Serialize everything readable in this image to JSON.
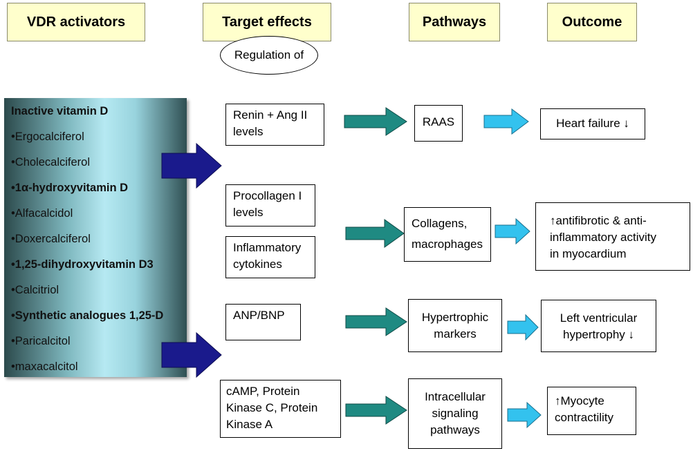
{
  "headers": {
    "activators": "VDR activators",
    "target_effects": "Target effects",
    "pathways": "Pathways",
    "outcome": "Outcome"
  },
  "regulation_label": "Regulation of",
  "activators_list": [
    {
      "text": "Inactive vitamin D",
      "bold": true
    },
    {
      "text": "•Ergocalciferol",
      "bold": false
    },
    {
      "text": "•Cholecalciferol",
      "bold": false
    },
    {
      "text": "•1α-hydroxyvitamin D",
      "bold": true
    },
    {
      "text": "•Alfacalcidol",
      "bold": false
    },
    {
      "text": "•Doxercalciferol",
      "bold": false
    },
    {
      "text": "•1,25-dihydroxyvitamin D3",
      "bold": true
    },
    {
      "text": "•Calcitriol",
      "bold": false
    },
    {
      "text": "•Synthetic analogues 1,25-D",
      "bold": true
    },
    {
      "text": "•Paricalcitol",
      "bold": false
    },
    {
      "text": "•maxacalcitol",
      "bold": false
    }
  ],
  "targets": {
    "renin": "Renin + Ang II\nlevels",
    "procollagen": "Procollagen I\nlevels",
    "inflammatory": "Inflammatory\ncytokines",
    "anp": "ANP/BNP",
    "camp": "cAMP, Protein\nKinase C, Protein\nKinase A"
  },
  "pathways": {
    "raas": "RAAS",
    "collagens": "Collagens,\nmacrophages",
    "hypertrophic": "Hypertrophic\nmarkers",
    "intracellular": "Intracellular\nsignaling\npathways"
  },
  "outcomes": {
    "heart_failure": "Heart failure ↓",
    "antifibrotic": "↑antifibrotic & anti-\ninflammatory activity\nin myocardium",
    "lvh": "Left ventricular\nhypertrophy ↓",
    "myocyte": "↑Myocyte\ncontractility"
  },
  "colors": {
    "header_fill": "#ffffcc",
    "big_arrow": "#1a1a8c",
    "teal_arrow": "#1f8a82",
    "cyan_arrow": "#33c2ee"
  }
}
